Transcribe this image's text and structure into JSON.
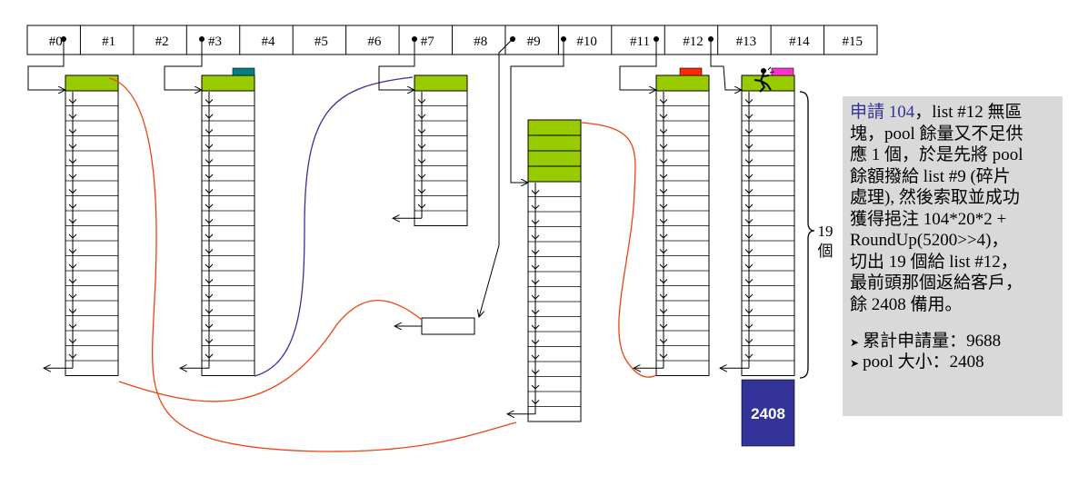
{
  "slots": [
    "#0",
    "#1",
    "#2",
    "#3",
    "#4",
    "#5",
    "#6",
    "#7",
    "#8",
    "#9",
    "#10",
    "#11",
    "#12",
    "#13",
    "#14",
    "#15"
  ],
  "pool_block_label": "2408",
  "count_label": "19",
  "count_unit": "個",
  "note": {
    "highlight": "申請 104",
    "line1_rest": "，list #12 無區",
    "line2": "塊，pool 餘量又不足供",
    "line3": "應 1 個，於是先將 pool",
    "line4": "餘額撥給 list #9 (碎片",
    "line5": "處理), 然後索取並成功",
    "line6": "獲得挹注 104*20*2 +",
    "line7": "RoundUp(5200>>4)，",
    "line8": "切出 19 個給 list #12，",
    "line9": "最前頭那個返給客戶，",
    "line10": "餘 2408 備用。",
    "summary": [
      {
        "label": "累計申請量",
        "value": "9688"
      },
      {
        "label": "pool 大小",
        "value": "2408"
      }
    ]
  },
  "colors": {
    "green": "#99cc00",
    "teal": "#008080",
    "red": "#ff2a00",
    "magenta": "#ff33cc",
    "navy": "#333399",
    "orange_curve": "#ee4411",
    "blue_curve": "#333399",
    "note_bg": "#d9d9d9"
  }
}
